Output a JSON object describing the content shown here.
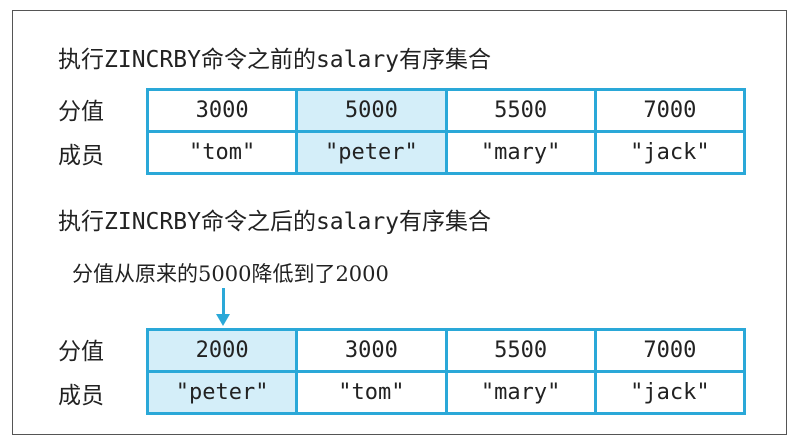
{
  "before": {
    "title_prefix": "执行",
    "title_command": "ZINCRBY",
    "title_middle": "命令之前的",
    "title_key": "salary",
    "title_suffix": "有序集合",
    "score_label": "分值",
    "member_label": "成员",
    "scores": [
      "3000",
      "5000",
      "5500",
      "7000"
    ],
    "members": [
      "\"tom\"",
      "\"peter\"",
      "\"mary\"",
      "\"jack\""
    ],
    "highlight_index": 1
  },
  "after": {
    "title_prefix": "执行",
    "title_command": "ZINCRBY",
    "title_middle": "命令之后的",
    "title_key": "salary",
    "title_suffix": "有序集合",
    "score_label": "分值",
    "member_label": "成员",
    "scores": [
      "2000",
      "3000",
      "5500",
      "7000"
    ],
    "members": [
      "\"peter\"",
      "\"tom\"",
      "\"mary\"",
      "\"jack\""
    ],
    "highlight_index": 0
  },
  "annotation": "分值从原来的5000降低到了2000",
  "colors": {
    "border": "#2aa8d8",
    "highlight": "#d4eef9"
  }
}
